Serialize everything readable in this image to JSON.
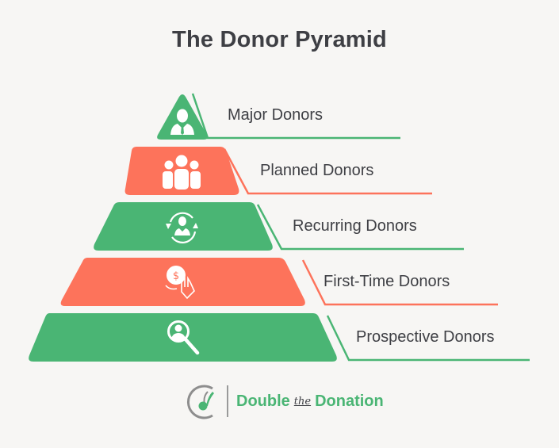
{
  "title": "The Donor Pyramid",
  "colors": {
    "green": "#4ab574",
    "coral": "#fd735b",
    "text": "#3e3f44",
    "background": "#f7f6f4",
    "logo_gray": "#8e8e8e"
  },
  "tiers": [
    {
      "label": "Major Donors",
      "color": "green",
      "icon": "businessman-icon"
    },
    {
      "label": "Planned Donors",
      "color": "coral",
      "icon": "group-people-icon"
    },
    {
      "label": "Recurring Donors",
      "color": "green",
      "icon": "recurring-person-icon"
    },
    {
      "label": "First-Time Donors",
      "color": "coral",
      "icon": "hand-coin-dollar-icon"
    },
    {
      "label": "Prospective Donors",
      "color": "green",
      "icon": "search-person-icon"
    }
  ],
  "logo": {
    "part1": "Double",
    "part2": "the",
    "part3": "Donation"
  }
}
